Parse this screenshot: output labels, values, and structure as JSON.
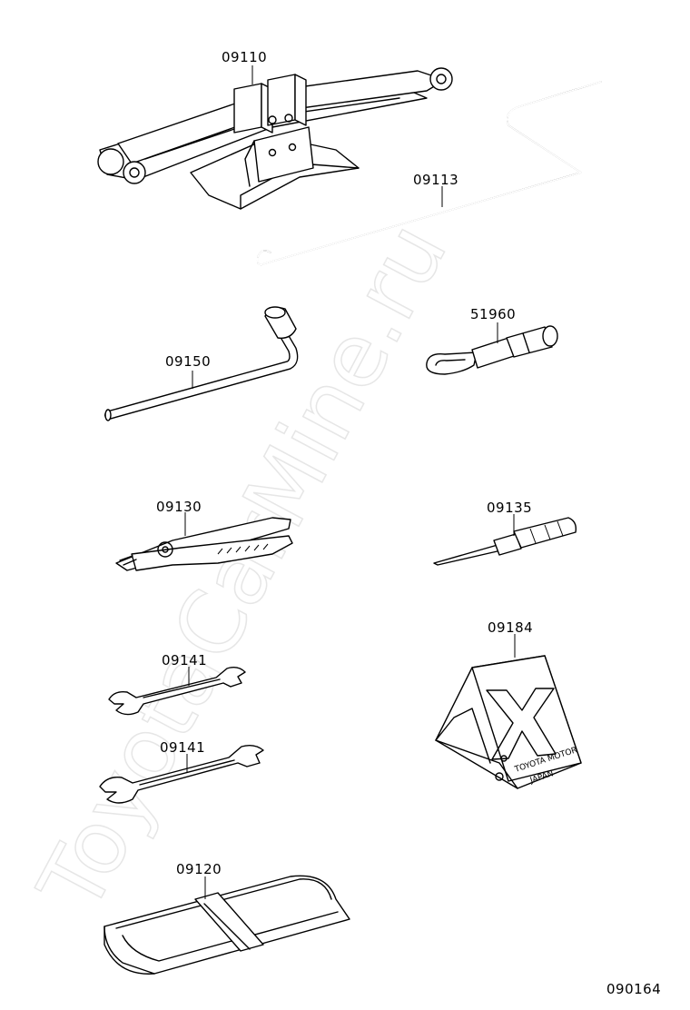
{
  "watermark": "ToyotaCarMine.ru",
  "parts": [
    {
      "id": "jack",
      "number": "09110"
    },
    {
      "id": "jack-handle",
      "number": "09113"
    },
    {
      "id": "wheel-nut-wrench",
      "number": "09150"
    },
    {
      "id": "towing-eye",
      "number": "51960"
    },
    {
      "id": "pliers",
      "number": "09130"
    },
    {
      "id": "screwdriver",
      "number": "09135"
    },
    {
      "id": "open-end-wrench-1",
      "number": "09141"
    },
    {
      "id": "wheel-chock",
      "number": "09184"
    },
    {
      "id": "open-end-wrench-2",
      "number": "09141"
    },
    {
      "id": "tool-bag",
      "number": "09120"
    }
  ],
  "chock_imprint": {
    "line1": "TOYOTA MOTOR",
    "line2": "JAPAN"
  },
  "diagram_code": "090164"
}
